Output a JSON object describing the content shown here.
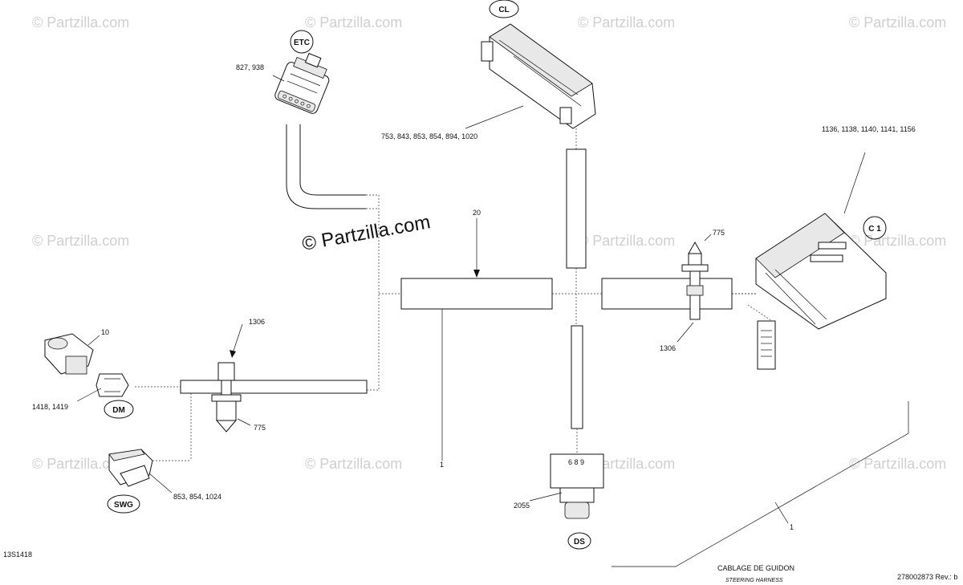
{
  "watermark": {
    "main": "© Partzilla.com",
    "repeat": "© Partzilla.com"
  },
  "connectors": {
    "etc": "ETC",
    "cl": "CL",
    "c1": "C 1",
    "dm": "DM",
    "swg": "SWG",
    "ds": "DS"
  },
  "callouts": {
    "etc_parts": "827, 938",
    "cl_parts": "753, 843, 853, 854, 894, 1020",
    "c1_parts": "1136, 1138, 1140, 1141, 1156",
    "item_20": "20",
    "item_775_right": "775",
    "item_1306_right": "1306",
    "item_10": "10",
    "item_1306_left": "1306",
    "dm_parts": "1418, 1419",
    "item_775_left": "775",
    "swg_parts": "853, 854, 1024",
    "item_1_left": "1",
    "ds_digits": "6 8 9",
    "item_2055": "2055",
    "item_1_right": "1"
  },
  "footer": {
    "drawing_code": "13S1418",
    "title_fr": "CABLAGE DE GUIDON",
    "title_en": "STEERING HARNESS",
    "revision": "278002873 Rev.: b"
  }
}
